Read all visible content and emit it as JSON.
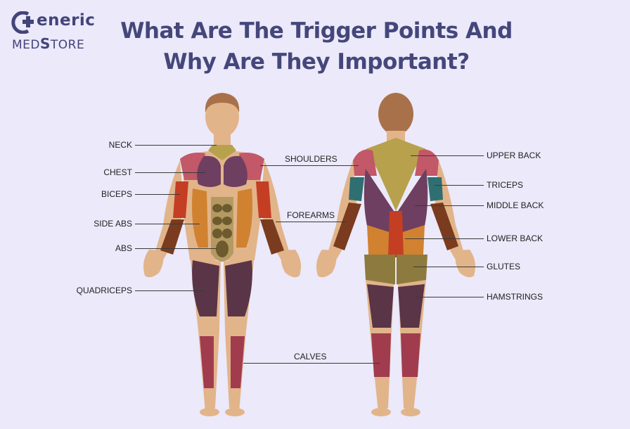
{
  "logo": {
    "word1": "eneric",
    "word2_a": "MED",
    "word2_b": "S",
    "word2_c": "TORE"
  },
  "title": {
    "line1": "What Are The Trigger Points And",
    "line2": "Why Are They Important?"
  },
  "colors": {
    "background": "#ebe9fa",
    "title": "#45477b",
    "skin": "#e2b48a",
    "hair": "#a9714a"
  },
  "labels": {
    "neck": "NECK",
    "chest": "CHEST",
    "biceps": "BICEPS",
    "side_abs": "SIDE ABS",
    "abs": "ABS",
    "quadriceps": "QUADRICEPS",
    "shoulders": "SHOULDERS",
    "forearms": "FOREARMS",
    "calves": "CALVES",
    "upper_back": "UPPER BACK",
    "triceps": "TRICEPS",
    "middle_back": "MIDDLE BACK",
    "lower_back": "LOWER BACK",
    "glutes": "GLUTES",
    "hamstrings": "HAMSTRINGS"
  }
}
